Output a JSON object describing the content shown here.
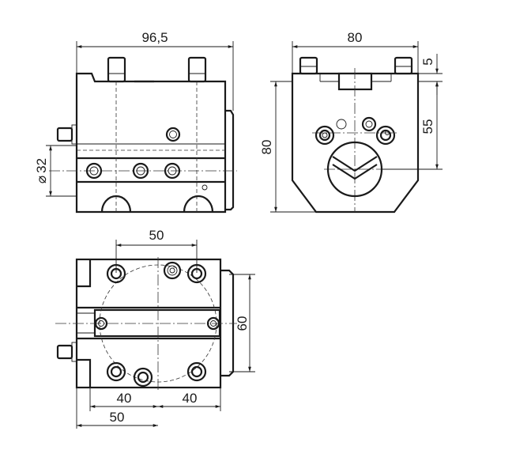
{
  "dimensions": {
    "front_width": "96,5",
    "front_diameter": "32",
    "diameter_symbol": "⌀",
    "side_width": "80",
    "side_height": "80",
    "side_offset_top": "5",
    "side_center_height": "55",
    "top_spacing": "50",
    "top_height": "60",
    "bottom_left": "40",
    "bottom_right": "40",
    "bottom_overall": "50"
  }
}
